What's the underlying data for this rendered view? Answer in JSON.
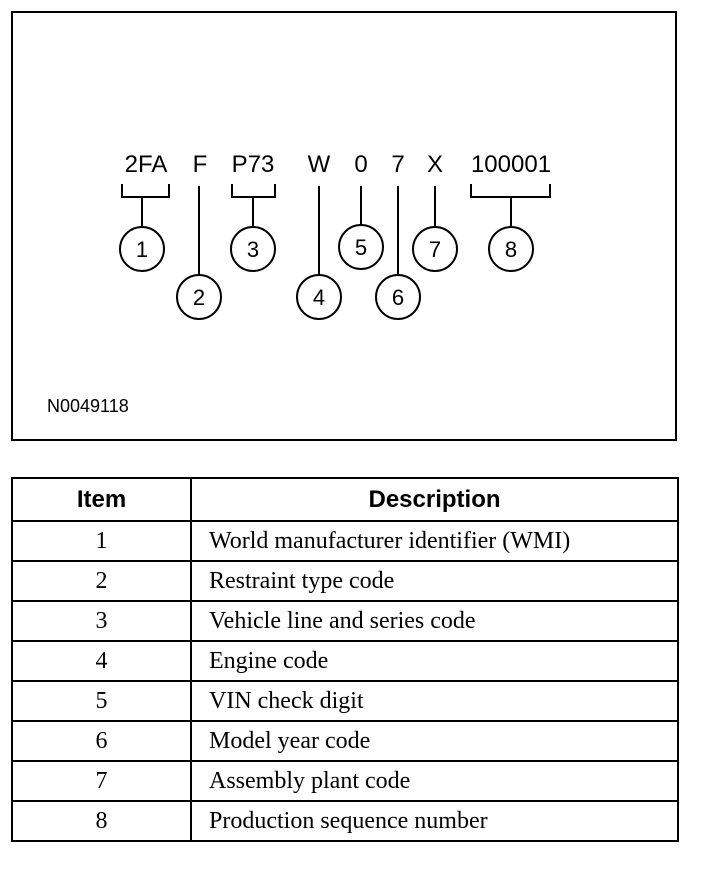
{
  "diagram": {
    "figure_id": "N0049118",
    "vin_segments": [
      {
        "text": "2FA",
        "callout": "1"
      },
      {
        "text": "F",
        "callout": "2"
      },
      {
        "text": "P73",
        "callout": "3"
      },
      {
        "text": "W",
        "callout": "4"
      },
      {
        "text": "0",
        "callout": "5"
      },
      {
        "text": "7",
        "callout": "6"
      },
      {
        "text": "X",
        "callout": "7"
      },
      {
        "text": "100001",
        "callout": "8"
      }
    ]
  },
  "table": {
    "headers": {
      "item": "Item",
      "description": "Description"
    },
    "rows": [
      {
        "item": "1",
        "description": "World manufacturer identifier (WMI)"
      },
      {
        "item": "2",
        "description": "Restraint type code"
      },
      {
        "item": "3",
        "description": "Vehicle line and series code"
      },
      {
        "item": "4",
        "description": "Engine code"
      },
      {
        "item": "5",
        "description": "VIN check digit"
      },
      {
        "item": "6",
        "description": "Model year code"
      },
      {
        "item": "7",
        "description": "Assembly plant code"
      },
      {
        "item": "8",
        "description": "Production sequence number"
      }
    ]
  }
}
